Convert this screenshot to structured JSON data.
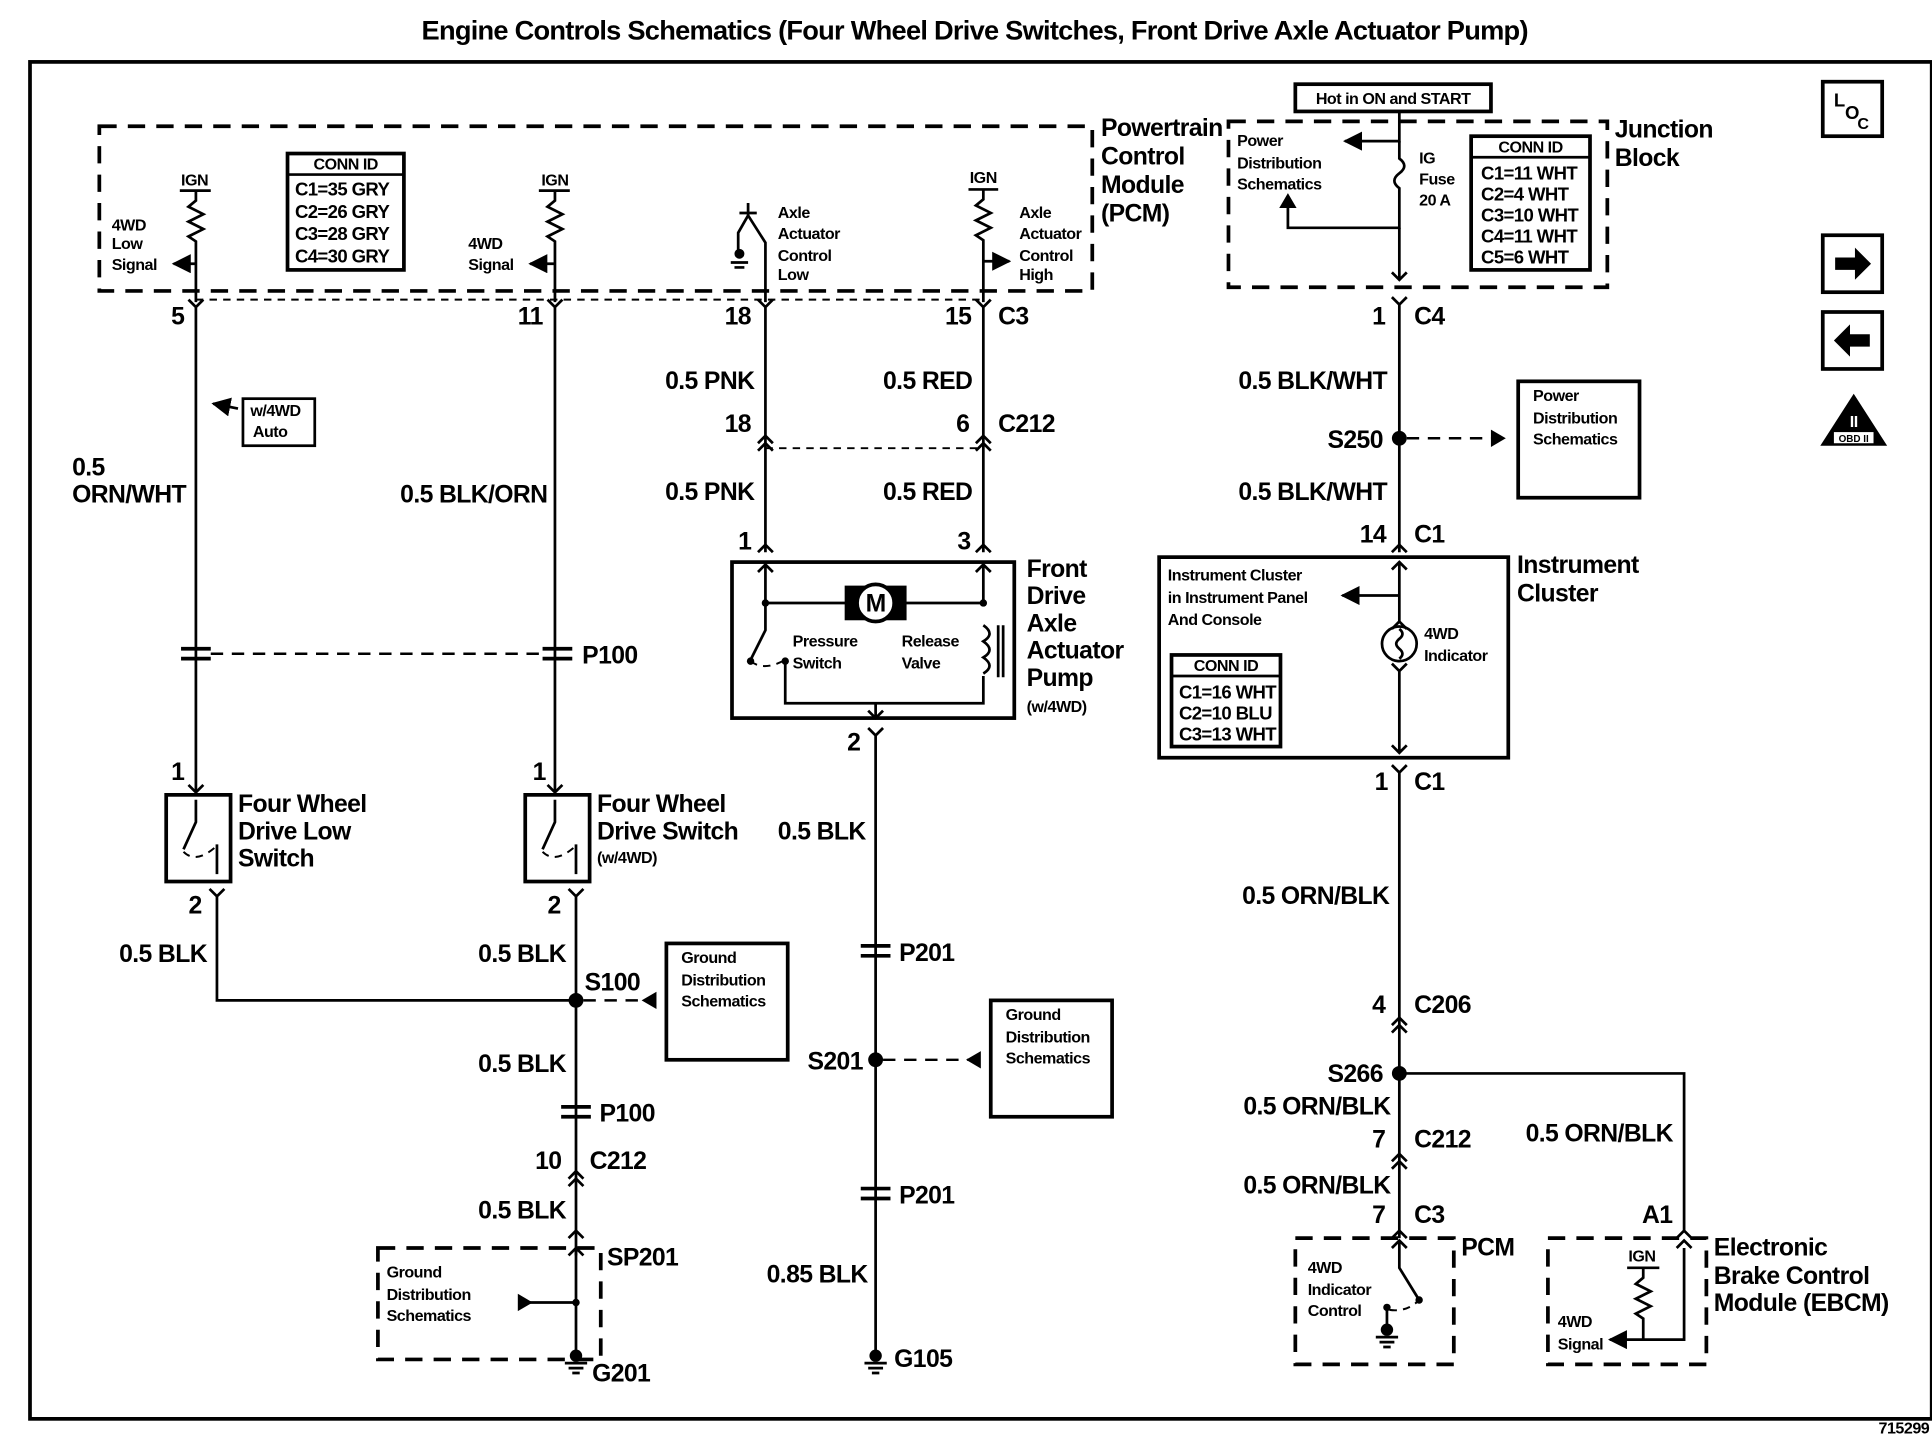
{
  "title": "Engine Controls Schematics (Four Wheel Drive Switches, Front Drive Axle Actuator Pump)",
  "figure_number": "715299",
  "nav": {
    "loc_label_l": "L",
    "loc_label_o": "O",
    "loc_label_c": "C",
    "obd_label": "OBD II",
    "obd_numeral": "II"
  },
  "pcm": {
    "name_lines": [
      "Powertrain",
      "Control",
      "Module",
      "(PCM)"
    ],
    "conn_id_title": "CONN ID",
    "conn_ids": [
      "C1=35 GRY",
      "C2=26 GRY",
      "C3=28 GRY",
      "C4=30 GRY"
    ],
    "ign": "IGN",
    "low_signal": [
      "4WD",
      "Low",
      "Signal"
    ],
    "signal": [
      "4WD",
      "Signal"
    ],
    "ctrl_low": [
      "Axle",
      "Actuator",
      "Control",
      "Low"
    ],
    "ctrl_high": [
      "Axle",
      "Actuator",
      "Control",
      "High"
    ]
  },
  "junction_block": {
    "hot_label": "Hot in ON and START",
    "name_lines": [
      "Junction",
      "Block"
    ],
    "power_dist": [
      "Power",
      "Distribution",
      "Schematics"
    ],
    "fuse": [
      "IG",
      "Fuse",
      "20 A"
    ],
    "conn_id_title": "CONN ID",
    "conn_ids": [
      "C1=11 WHT",
      "C2=4 WHT",
      "C3=10 WHT",
      "C4=11 WHT",
      "C5=6 WHT"
    ]
  },
  "pins": {
    "p5": "5",
    "p11": "11",
    "p18a": "18",
    "p15": "15",
    "c3": "C3",
    "p18b": "18",
    "p6": "6",
    "c212": "C212",
    "p1": "1",
    "p3": "3",
    "p2pump": "2",
    "jb1": "1",
    "c4": "C4",
    "ic14": "14",
    "ic_c1a": "C1",
    "ic1": "1",
    "ic_c1b": "C1",
    "sw1a": "1",
    "sw2a": "2",
    "sw1b": "1",
    "sw2b": "2",
    "p10": "10",
    "c212b": "C212",
    "p4": "4",
    "c206": "C206",
    "p7a": "7",
    "c212c": "C212",
    "p7b": "7",
    "c3b": "C3",
    "a1": "A1"
  },
  "wires": {
    "orn_wht_1": "0.5",
    "orn_wht_2": "ORN/WHT",
    "blk_orn": "0.5 BLK/ORN",
    "pnk_top": "0.5 PNK",
    "red_top": "0.5 RED",
    "pnk_bot": "0.5 PNK",
    "red_bot": "0.5 RED",
    "blk_wht_top": "0.5 BLK/WHT",
    "blk_wht_bot": "0.5 BLK/WHT",
    "blk_pump": "0.5 BLK",
    "blk_left": "0.5 BLK",
    "blk_mid": "0.5 BLK",
    "blk_s100": "0.5 BLK",
    "blk_sp": "0.5 BLK",
    "blk_085": "0.85 BLK",
    "orn_blk_1": "0.5 ORN/BLK",
    "orn_blk_2": "0.5 ORN/BLK",
    "orn_blk_3": "0.5 ORN/BLK",
    "orn_blk_4": "0.5 ORN/BLK"
  },
  "splices": {
    "s250": "S250",
    "s100": "S100",
    "s201": "S201",
    "s266": "S266",
    "sp201": "SP201"
  },
  "inline": {
    "p100a": "P100",
    "p100b": "P100",
    "p201a": "P201",
    "p201b": "P201"
  },
  "grounds": {
    "g201": "G201",
    "g105": "G105"
  },
  "option_tag": [
    "w/4WD",
    "Auto"
  ],
  "ref_boxes": {
    "power_dist": [
      "Power",
      "Distribution",
      "Schematics"
    ],
    "ground_1": [
      "Ground",
      "Distribution",
      "Schematics"
    ],
    "ground_2": [
      "Ground",
      "Distribution",
      "Schematics"
    ],
    "ground_3": [
      "Ground",
      "Distribution",
      "Schematics"
    ]
  },
  "pump": {
    "name_lines": [
      "Front",
      "Drive",
      "Axle",
      "Actuator",
      "Pump"
    ],
    "option": "(w/4WD)",
    "motor": "M",
    "pressure_switch": [
      "Pressure",
      "Switch"
    ],
    "release_valve": [
      "Release",
      "Valve"
    ]
  },
  "cluster": {
    "name_lines": [
      "Instrument",
      "Cluster"
    ],
    "note": [
      "Instrument Cluster",
      "in Instrument Panel",
      "And Console"
    ],
    "indicator": [
      "4WD",
      "Indicator"
    ],
    "conn_id_title": "CONN ID",
    "conn_ids": [
      "C1=16 WHT",
      "C2=10 BLU",
      "C3=13 WHT"
    ]
  },
  "switches": {
    "low": [
      "Four Wheel",
      "Drive Low",
      "Switch"
    ],
    "drive": [
      "Four Wheel",
      "Drive Switch"
    ],
    "drive_option": "(w/4WD)"
  },
  "pcm_bottom": {
    "name": "PCM",
    "label": [
      "4WD",
      "Indicator",
      "Control"
    ]
  },
  "ebcm": {
    "name_lines": [
      "Electronic",
      "Brake Control",
      "Module (EBCM)"
    ],
    "ign": "IGN",
    "signal": [
      "4WD",
      "Signal"
    ]
  }
}
